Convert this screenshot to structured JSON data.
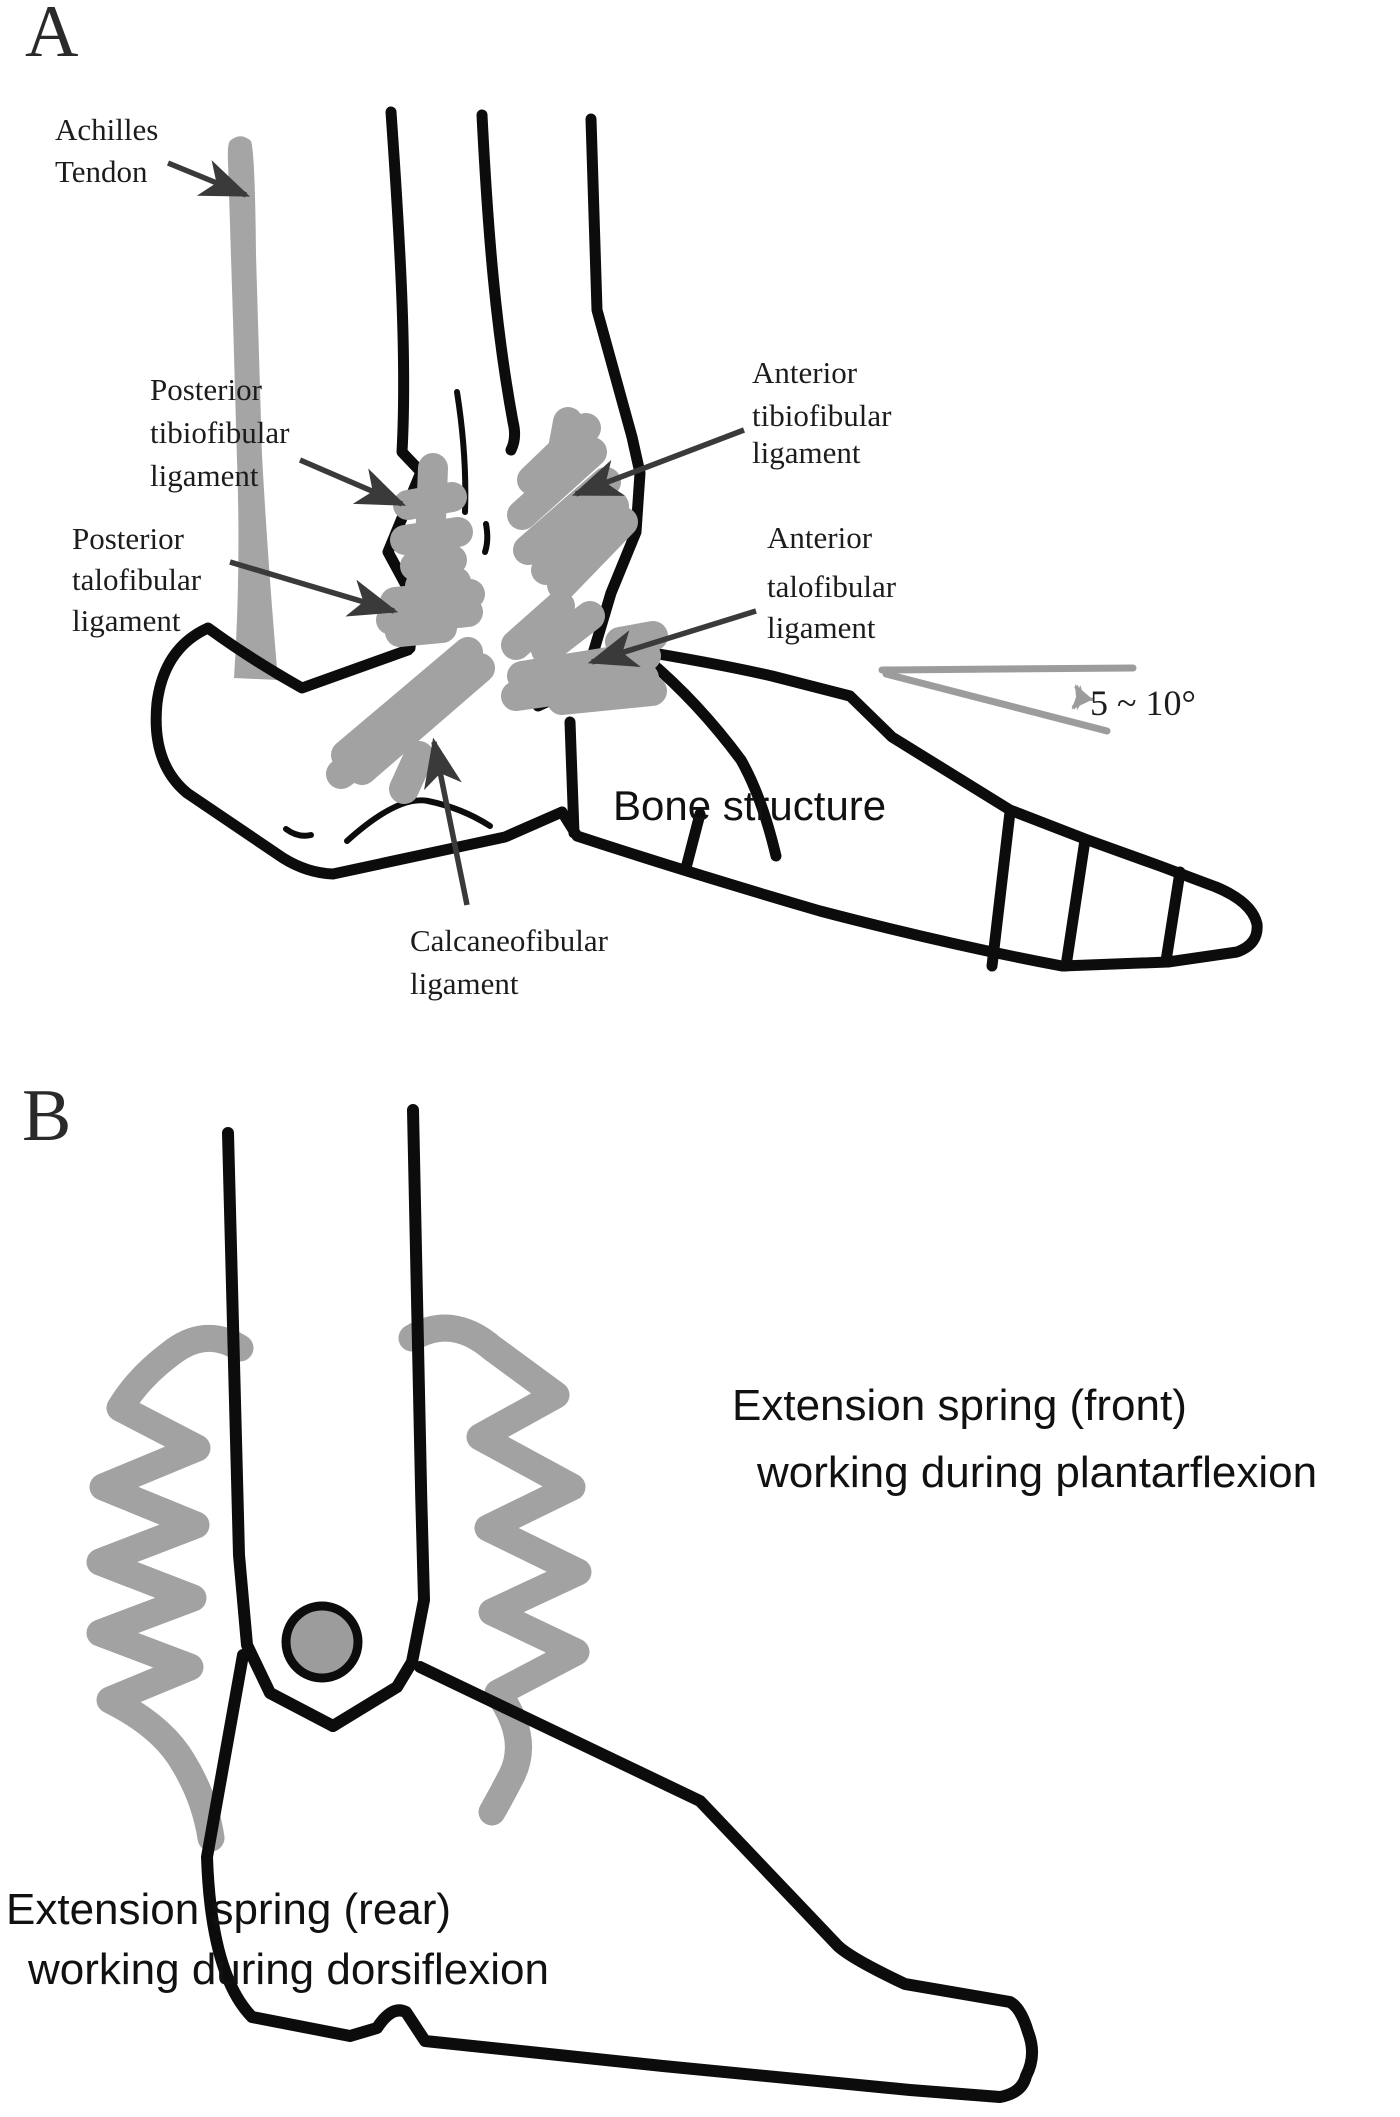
{
  "figure": {
    "background": "#ffffff",
    "bone_line_color": "#0c0c0c",
    "gray_color": "#a2a2a2",
    "arrow_color": "#3a3a3a",
    "text_color": "#1c1c1c"
  },
  "panel_a": {
    "panel_label": "A",
    "labels": {
      "achilles": [
        "Achilles",
        "Tendon"
      ],
      "posterior_tibiofibular": [
        "Posterior",
        "tibiofibular",
        "ligament"
      ],
      "posterior_talofibular": [
        "Posterior",
        "talofibular",
        "ligament"
      ],
      "anterior_tibiofibular": [
        "Anterior",
        "tibiofibular",
        "ligament"
      ],
      "anterior_talofibular": [
        "Anterior",
        "talofibular",
        "ligament"
      ],
      "calcaneofibular": [
        "Calcaneofibular",
        "ligament"
      ],
      "bone_structure": "Bone structure",
      "angle_value": "5 ~ 10°"
    }
  },
  "panel_b": {
    "panel_label": "B",
    "labels": {
      "front_spring": [
        "Extension spring (front)",
        "working during plantarflexion"
      ],
      "rear_spring": [
        "Extension spring (rear)",
        "working during dorsiflexion"
      ]
    }
  }
}
